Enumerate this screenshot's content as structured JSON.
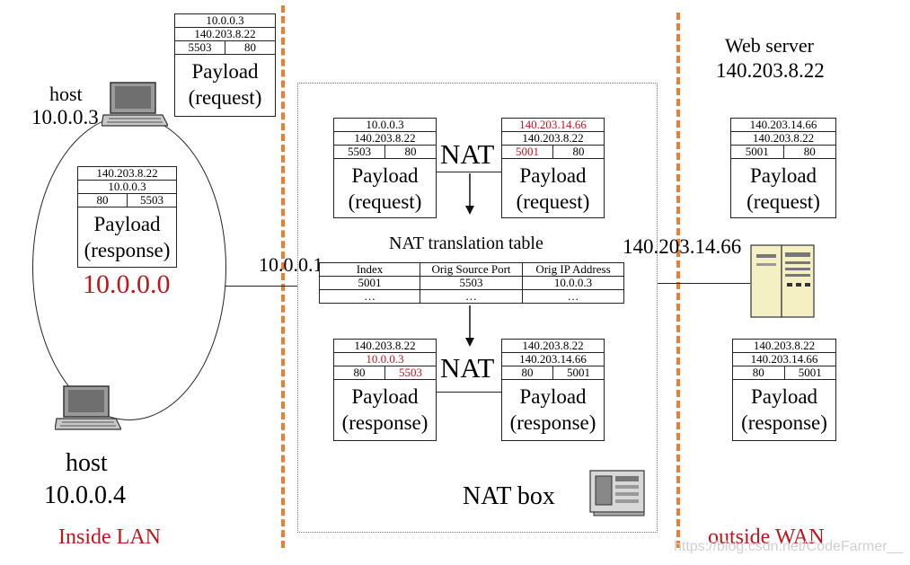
{
  "regions": {
    "inside": "Inside LAN",
    "outside": "outside WAN"
  },
  "hosts": [
    {
      "name": "host",
      "ip": "10.0.0.3"
    },
    {
      "name": "host",
      "ip": "10.0.0.4"
    }
  ],
  "lan_network": "10.0.0.0",
  "server": {
    "name": "Web server",
    "ip": "140.203.8.22"
  },
  "nat": {
    "box_label": "NAT box",
    "inside_ip": "10.0.0.1",
    "outside_ip": "140.203.14.66",
    "op_label": "NAT",
    "table": {
      "title": "NAT translation table",
      "headers": [
        "Index",
        "Orig Source Port",
        "Orig IP Address"
      ],
      "rows": [
        [
          "5001",
          "5503",
          "10.0.0.3"
        ],
        [
          "…",
          "…",
          "…"
        ]
      ]
    }
  },
  "packets": {
    "host_request": {
      "src": "10.0.0.3",
      "dst": "140.203.8.22",
      "sport": "5503",
      "dport": "80",
      "payload": [
        "Payload",
        "(request)"
      ]
    },
    "lan_response": {
      "src": "140.203.8.22",
      "dst": "10.0.0.3",
      "sport": "80",
      "dport": "5503",
      "payload": [
        "Payload",
        "(response)"
      ]
    },
    "nat_req_in": {
      "src": "10.0.0.3",
      "dst": "140.203.8.22",
      "sport": "5503",
      "dport": "80",
      "payload": [
        "Payload",
        "(request)"
      ]
    },
    "nat_req_out": {
      "src": "140.203.14.66",
      "dst": "140.203.8.22",
      "sport": "5001",
      "dport": "80",
      "payload": [
        "Payload",
        "(request)"
      ]
    },
    "nat_resp_out": {
      "src": "140.203.8.22",
      "dst": "10.0.0.3",
      "sport": "80",
      "dport": "5503",
      "payload": [
        "Payload",
        "(response)"
      ]
    },
    "nat_resp_in": {
      "src": "140.203.8.22",
      "dst": "140.203.14.66",
      "sport": "80",
      "dport": "5001",
      "payload": [
        "Payload",
        "(response)"
      ]
    },
    "wan_request": {
      "src": "140.203.14.66",
      "dst": "140.203.8.22",
      "sport": "5001",
      "dport": "80",
      "payload": [
        "Payload",
        "(request)"
      ]
    },
    "wan_response": {
      "src": "140.203.8.22",
      "dst": "140.203.14.66",
      "sport": "80",
      "dport": "5001",
      "payload": [
        "Payload",
        "(response)"
      ]
    }
  },
  "watermark": "https://blog.csdn.net/CodeFarmer__",
  "colors": {
    "divider": "#ef7d31",
    "highlight": "#c0161a"
  }
}
